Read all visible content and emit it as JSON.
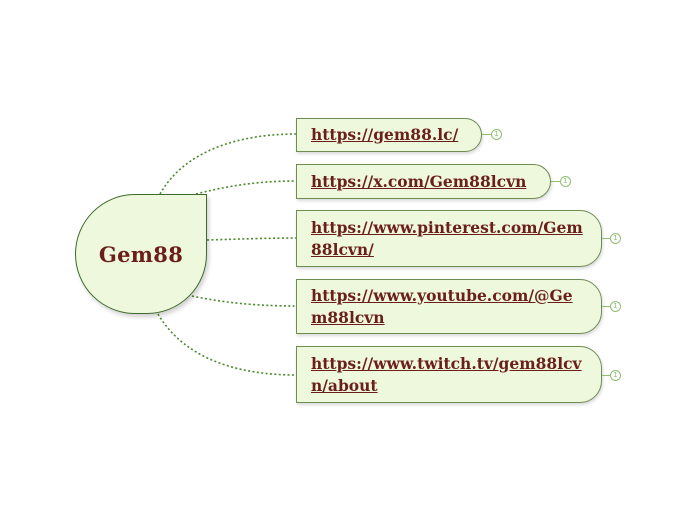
{
  "central": {
    "label": "Gem88"
  },
  "topics": [
    {
      "text": "https://gem88.lc/",
      "badge": "1"
    },
    {
      "text": "https://x.com/Gem88lcvn",
      "badge": "1"
    },
    {
      "text": "https://www.pinterest.com/Gem88lcvn/",
      "badge": "1"
    },
    {
      "text": "https://www.youtube.com/@Gem88lcvn",
      "badge": "1"
    },
    {
      "text": "https://www.twitch.tv/gem88lcvn/about",
      "badge": "1"
    }
  ],
  "colors": {
    "node_fill": "#eef8dc",
    "node_border": "#3c6b2c",
    "text": "#6b1f1a",
    "connector": "#4a8a2a",
    "badge": "#8fbf6f"
  }
}
